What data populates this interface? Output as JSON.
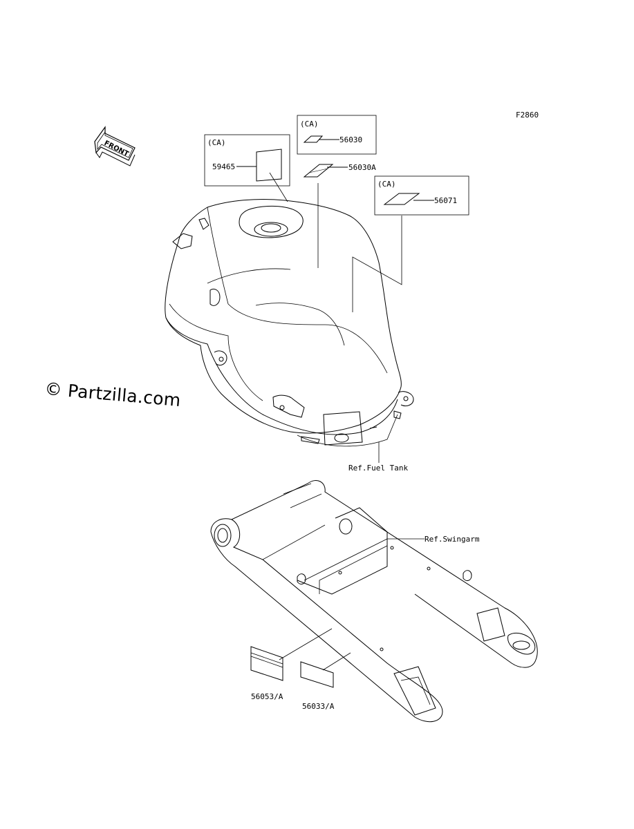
{
  "figure_code": "F2860",
  "front_arrow_label": "FRONT",
  "watermark": "© Partzilla.com",
  "groups": [
    {
      "tag": "(CA)",
      "part": "59465"
    },
    {
      "tag": "(CA)",
      "part": "56030"
    },
    {
      "tag": "(CA)",
      "part": "56071"
    }
  ],
  "loose_parts": {
    "decal_a": "56030A",
    "swingarm_left": "56053/A",
    "swingarm_right": "56033/A"
  },
  "references": {
    "fuel_tank": "Ref.Fuel Tank",
    "swingarm": "Ref.Swingarm"
  }
}
